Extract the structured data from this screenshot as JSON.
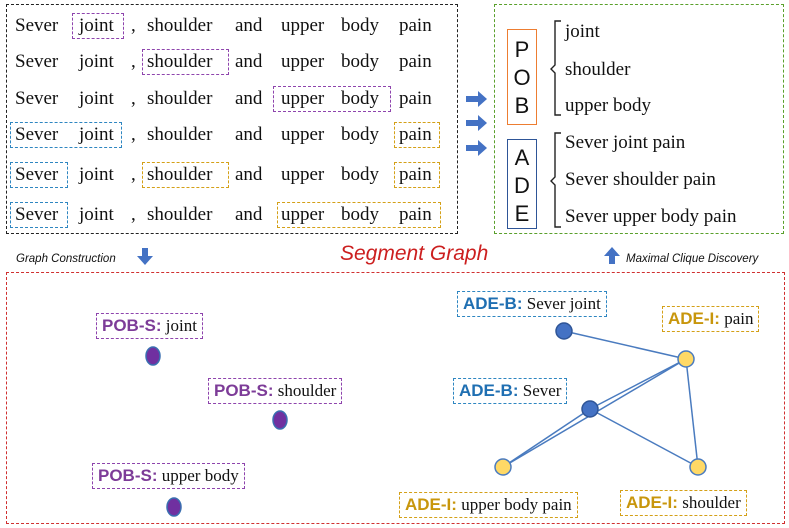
{
  "sentences": [
    {
      "w1": "Sever",
      "w2": "joint",
      "w3": ",",
      "w4": "shoulder",
      "w5": "and",
      "w6": "upper",
      "w7": "body",
      "w8": "pain"
    },
    {
      "w1": "Sever",
      "w2": "joint",
      "w3": ",",
      "w4": "shoulder",
      "w5": "and",
      "w6": "upper",
      "w7": "body",
      "w8": "pain"
    },
    {
      "w1": "Sever",
      "w2": "joint",
      "w3": ",",
      "w4": "shoulder",
      "w5": "and",
      "w6": "upper",
      "w7": "body",
      "w8": "pain"
    },
    {
      "w1": "Sever",
      "w2": "joint",
      "w3": ",",
      "w4": "shoulder",
      "w5": "and",
      "w6": "upper",
      "w7": "body",
      "w8": "pain"
    },
    {
      "w1": "Sever",
      "w2": "joint",
      "w3": ",",
      "w4": "shoulder",
      "w5": "and",
      "w6": "upper",
      "w7": "body",
      "w8": "pain"
    },
    {
      "w1": "Sever",
      "w2": "joint",
      "w3": ",",
      "w4": "shoulder",
      "w5": "and",
      "w6": "upper",
      "w7": "body",
      "w8": "pain"
    }
  ],
  "result": {
    "pob_letters": [
      "P",
      "O",
      "B"
    ],
    "ade_letters": [
      "A",
      "D",
      "E"
    ],
    "pob_items": [
      "joint",
      "shoulder",
      "upper body"
    ],
    "ade_items": [
      "Sever joint pain",
      "Sever shoulder pain",
      "Sever upper body pain"
    ]
  },
  "captions": {
    "graph_construction": "Graph Construction",
    "segment_graph": "Segment Graph",
    "maximal_clique": "Maximal Clique Discovery"
  },
  "nodes": {
    "pob_joint": {
      "tag": "POB-S:",
      "text": " joint"
    },
    "pob_shoulder": {
      "tag": "POB-S:",
      "text": " shoulder"
    },
    "pob_upper": {
      "tag": "POB-S:",
      "text": " upper body"
    },
    "ade_b_joint": {
      "tag": "ADE-B:",
      "text": " Sever joint"
    },
    "ade_i_pain": {
      "tag": "ADE-I:",
      "text": " pain"
    },
    "ade_b_sever": {
      "tag": "ADE-B:",
      "text": " Sever"
    },
    "ade_i_upper": {
      "tag": "ADE-I:",
      "text": " upper body pain"
    },
    "ade_i_shoulder": {
      "tag": "ADE-I:",
      "text": " shoulder"
    }
  },
  "colors": {
    "purple": "#7d3c98",
    "blue_node": "#4472c4",
    "yellow_node": "#ffd966",
    "arrow": "#4472c4",
    "edge": "#4a7bbf"
  }
}
